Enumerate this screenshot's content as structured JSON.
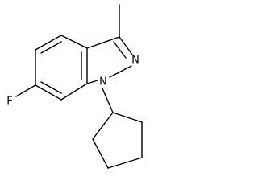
{
  "molecule": {
    "atoms": {
      "fluorine": "F",
      "n1": "N",
      "n2": "N"
    }
  }
}
